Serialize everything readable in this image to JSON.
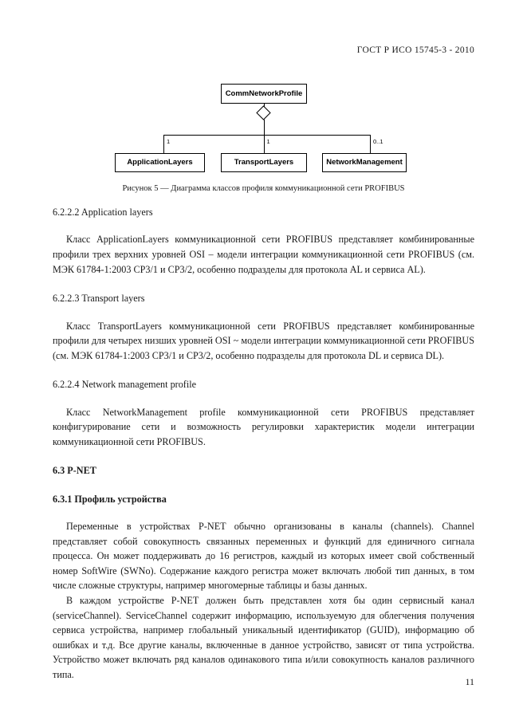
{
  "header": {
    "standard_title": "ГОСТ Р ИСО 15745-3 - 2010"
  },
  "figure": {
    "caption": "Рисунок 5 — Диаграмма классов профиля коммуникационной сети PROFIBUS",
    "root_class": "CommNetworkProfile",
    "children": [
      {
        "name": "ApplicationLayers",
        "multiplicity": "1"
      },
      {
        "name": "TransportLayers",
        "multiplicity": "1"
      },
      {
        "name": "NetworkManagement",
        "multiplicity": "0..1"
      }
    ],
    "relationship": "aggregation"
  },
  "sections": {
    "s6222_heading": "6.2.2.2 Application layers",
    "s6222_para": "Класс ApplicationLayers коммуникационной сети PROFIBUS представляет комбинированные профили трех верхних уровней OSI – модели интеграции коммуникационной сети PROFIBUS (см. МЭК 61784-1:2003 CP3/1 и CP3/2, особенно подразделы для протокола AL и сервиса AL).",
    "s6223_heading": "6.2.2.3 Transport layers",
    "s6223_para": "Класс TransportLayers коммуникационной сети PROFIBUS представляет комбинированные профили для четырех низших уровней OSI ~ модели интеграции коммуникационной сети PROFIBUS (см. МЭК 61784-1:2003 CP3/1 и CP3/2, особенно подразделы для протокола DL и сервиса DL).",
    "s6224_heading": "6.2.2.4 Network management profile",
    "s6224_para": "Класс NetworkManagement profile коммуникационной сети PROFIBUS представляет конфигурирование сети и возможность регулировки характеристик модели интеграции коммуникационной сети PROFIBUS.",
    "s63_heading": "6.3 P-NET",
    "s631_heading": "6.3.1 Профиль устройства",
    "s631_para1": "Переменные в устройствах P-NET обычно организованы в каналы (channels). Channel представляет собой совокупность связанных переменных и функций для единичного сигнала процесса. Он может поддерживать до 16 регистров, каждый из которых имеет свой собственный номер SoftWire (SWNo). Содержание каждого регистра может включать любой тип данных, в том числе сложные структуры, например многомерные таблицы и базы данных.",
    "s631_para2": "В каждом устройстве P-NET должен быть представлен хотя бы один сервисный канал (serviceChannel). ServiceChannel содержит информацию, используемую для облегчения получения сервиса устройства, например глобальный уникальный идентификатор (GUID), информацию об ошибках и т.д. Все другие каналы, включенные в данное устройство, зависят от типа устройства. Устройство может включать ряд каналов одинакового типа и/или совокупность каналов различного типа."
  },
  "footer": {
    "page_number": "11"
  }
}
